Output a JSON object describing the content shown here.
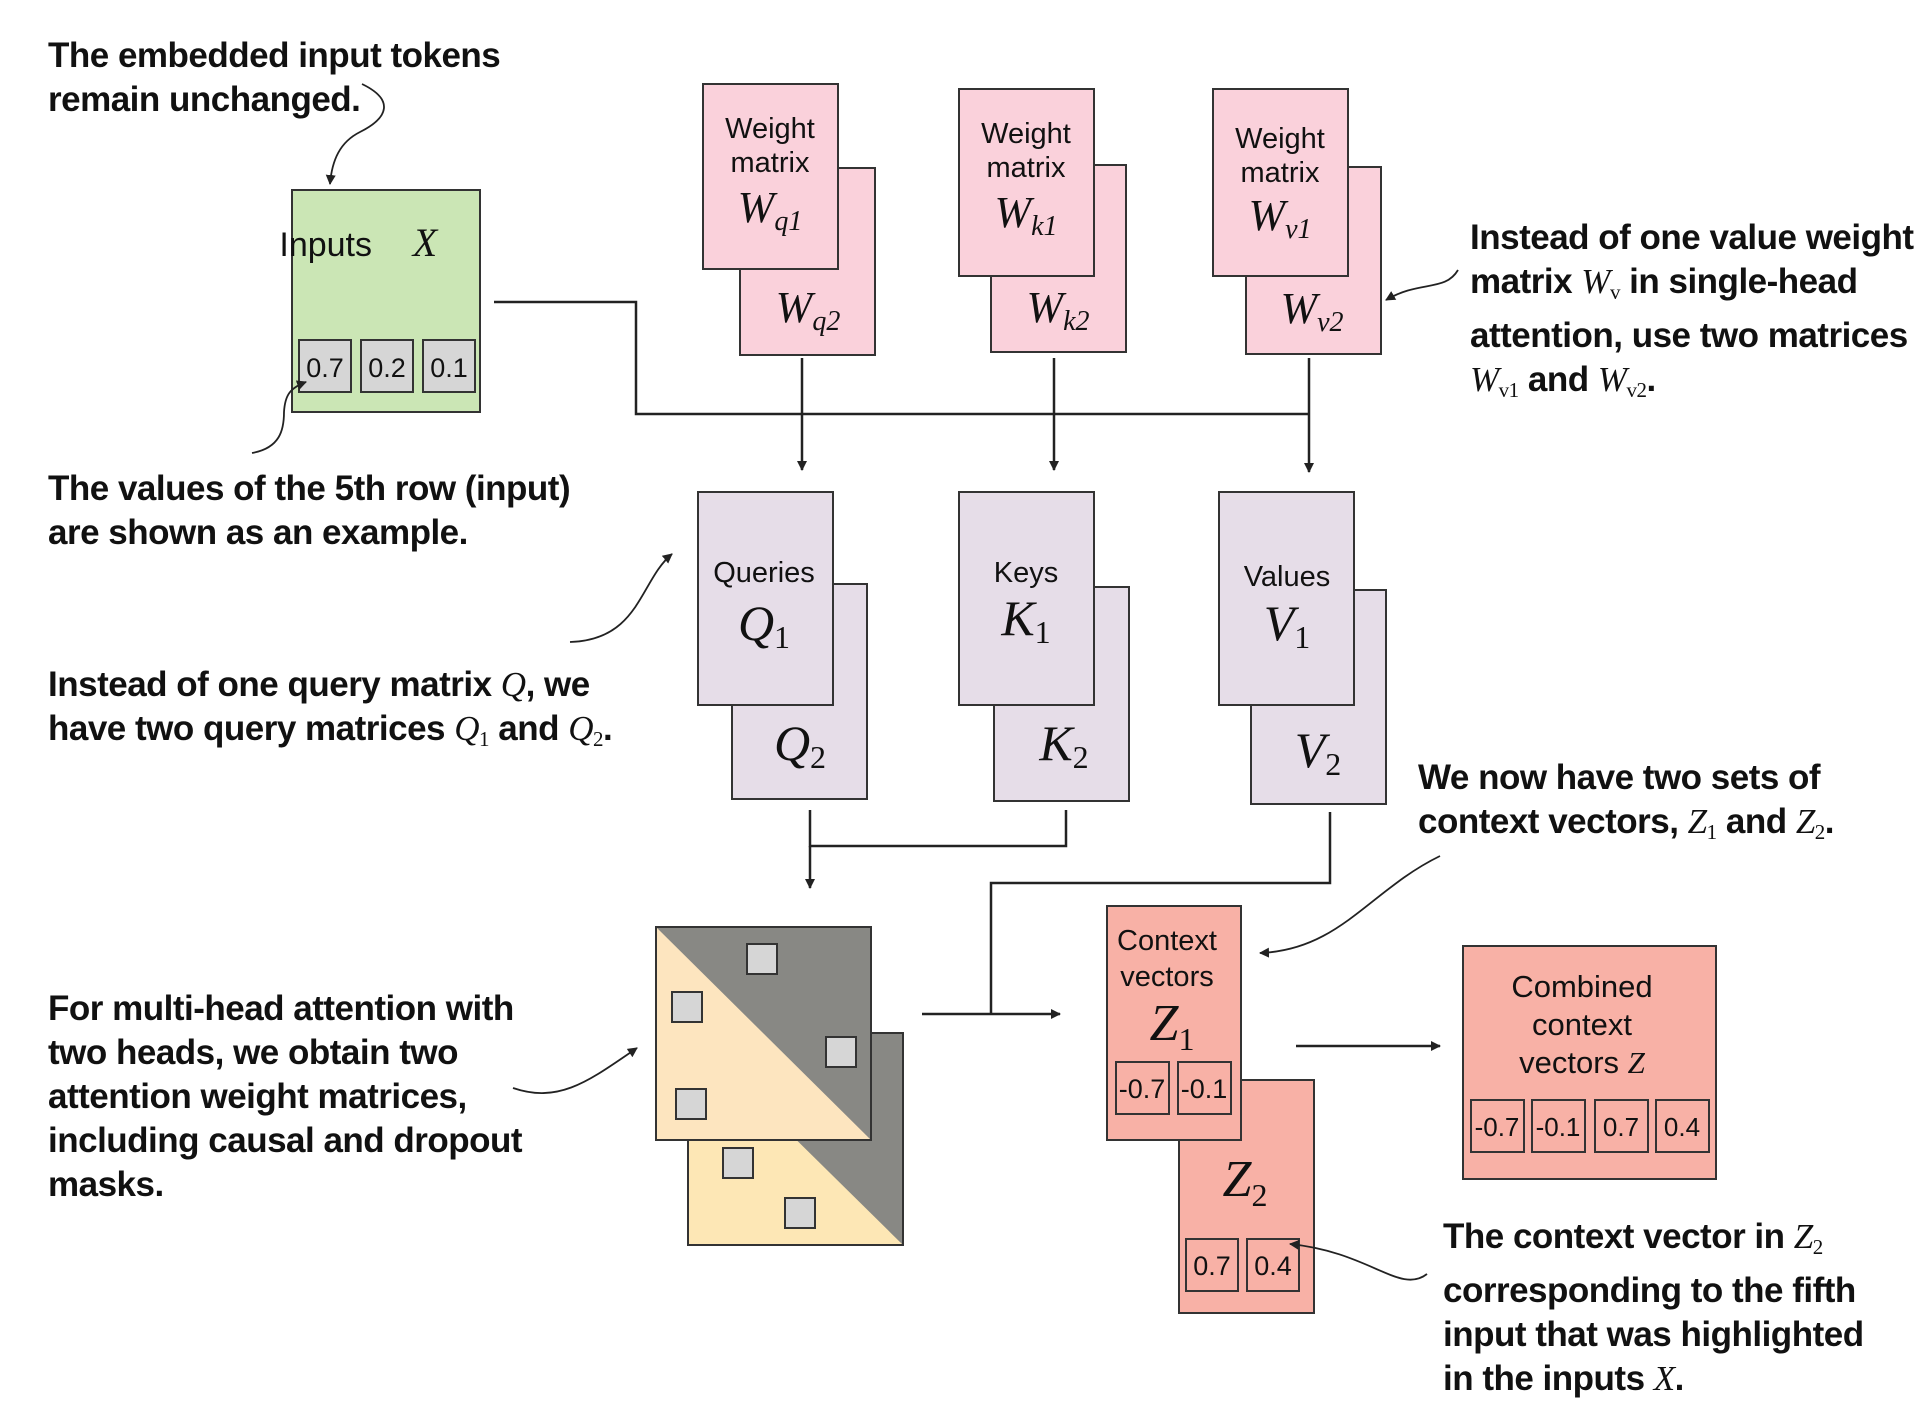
{
  "colors": {
    "input_fill": "#cbe6b5",
    "weight_fill": "#fad1db",
    "qkv_fill": "#e6dde8",
    "context_fill": "#f8b1a6",
    "attn_light": "#fde5bf",
    "attn_light_back": "#fde7b5",
    "attn_dark": "#888884",
    "cell_fill": "#d6d6d6",
    "line": "#222222"
  },
  "inputs": {
    "label": "Inputs",
    "symbol": "X",
    "values": [
      "0.7",
      "0.2",
      "0.1"
    ]
  },
  "weights": [
    {
      "id": "q",
      "front": {
        "line1": "Weight",
        "line2": "matrix",
        "base": "W",
        "sub": "q1"
      },
      "back": {
        "base": "W",
        "sub": "q2"
      }
    },
    {
      "id": "k",
      "front": {
        "line1": "Weight",
        "line2": "matrix",
        "base": "W",
        "sub": "k1"
      },
      "back": {
        "base": "W",
        "sub": "k2"
      }
    },
    {
      "id": "v",
      "front": {
        "line1": "Weight",
        "line2": "matrix",
        "base": "W",
        "sub": "v1"
      },
      "back": {
        "base": "W",
        "sub": "v2"
      }
    }
  ],
  "qkv": [
    {
      "id": "queries",
      "label": "Queries",
      "front": {
        "base": "Q",
        "sub": "1"
      },
      "back": {
        "base": "Q",
        "sub": "2"
      }
    },
    {
      "id": "keys",
      "label": "Keys",
      "front": {
        "base": "K",
        "sub": "1"
      },
      "back": {
        "base": "K",
        "sub": "2"
      }
    },
    {
      "id": "values",
      "label": "Values",
      "front": {
        "base": "V",
        "sub": "1"
      },
      "back": {
        "base": "V",
        "sub": "2"
      }
    }
  ],
  "context": {
    "z1": {
      "line1": "Context",
      "line2": "vectors",
      "base": "Z",
      "sub": "1",
      "values": [
        "-0.7",
        "-0.1"
      ]
    },
    "z2": {
      "base": "Z",
      "sub": "2",
      "values": [
        "0.7",
        "0.4"
      ]
    }
  },
  "combined": {
    "line1": "Combined",
    "line2": "context",
    "line3": "vectors",
    "symbol": "Z",
    "values": [
      "-0.7",
      "-0.1",
      "0.7",
      "0.4"
    ]
  },
  "annotations": {
    "embedded": {
      "l1": "The embedded input tokens",
      "l2": "remain unchanged."
    },
    "fifth_row": {
      "l1": "The values of the 5th row (input)",
      "l2": "are shown as an example."
    },
    "query": {
      "l1a": "Instead of one query matrix ",
      "l1m": "Q",
      "l1b": ", we",
      "l2a": "have two query matrices ",
      "l2m1": "Q",
      "l2s1": "1",
      "l2b": " and ",
      "l2m2": "Q",
      "l2s2": "2",
      "l2c": "."
    },
    "multihead": {
      "l1": "For multi-head attention with",
      "l2": "two heads, we obtain two",
      "l3": "attention weight matrices,",
      "l4": "including causal and dropout",
      "l5": "masks."
    },
    "value_weight": {
      "l1": "Instead of one value weight",
      "l2a": "matrix ",
      "l2m": "W",
      "l2s": "v",
      "l2b": " in single-head",
      "l3": "attention, use two matrices",
      "l4m1": "W",
      "l4s1": "v1",
      "l4a": " and ",
      "l4m2": "W",
      "l4s2": "v2",
      "l4b": "."
    },
    "two_sets": {
      "l1": "We now have two sets of",
      "l2a": "context vectors, ",
      "l2m1": "Z",
      "l2s1": "1",
      "l2b": " and ",
      "l2m2": "Z",
      "l2s2": "2",
      "l2c": "."
    },
    "context_z2": {
      "l1a": "The context vector in ",
      "l1m": "Z",
      "l1s": "2",
      "l2": "corresponding to the fifth",
      "l3": "input that was highlighted",
      "l4a": "in the inputs ",
      "l4m": "X",
      "l4b": "."
    }
  }
}
